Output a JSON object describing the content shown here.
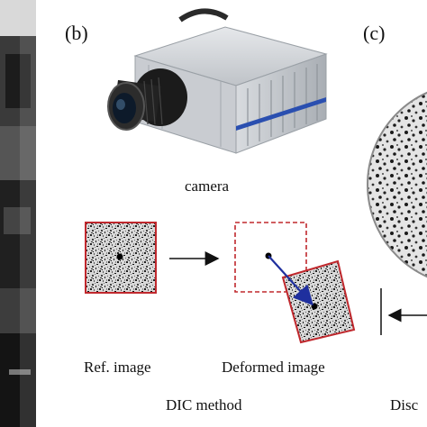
{
  "panels": {
    "b": {
      "label": "(b)"
    },
    "c": {
      "label": "(c)"
    }
  },
  "captions": {
    "camera": "camera",
    "ref_image": "Ref. image",
    "deformed_image": "Deformed image",
    "dic_method": "DIC method",
    "disc": "Disc"
  },
  "colors": {
    "frame_red": "#c0282d",
    "vector_blue": "#1f2f9e",
    "camera_body": "#cfd2d6",
    "camera_stripe": "#2a4fb0"
  }
}
